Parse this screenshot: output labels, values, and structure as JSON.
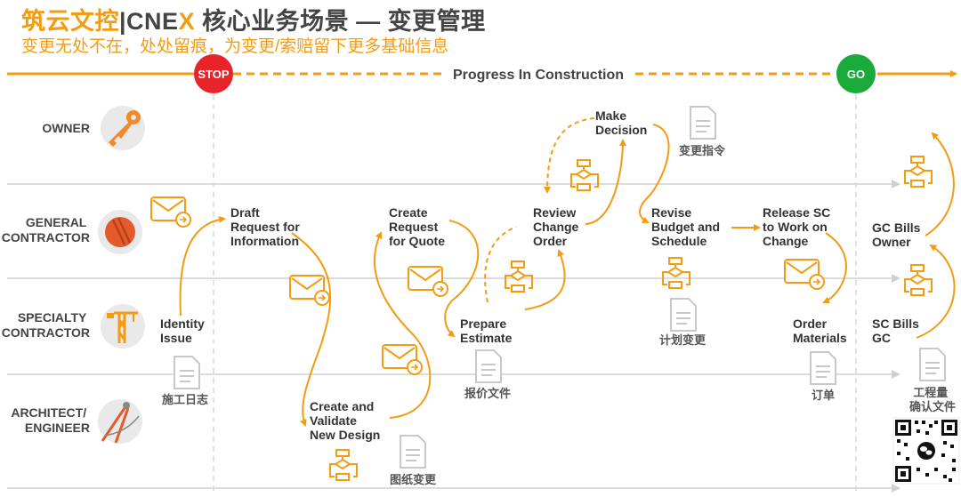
{
  "header": {
    "brand": "筑云文控",
    "sep": "|CNE",
    "x": "X",
    "rest": " 核心业务场景 — 变更管理",
    "subtitle": "变更无处不在，处处留痕，为变更/索赔留下更多基础信息"
  },
  "timeline": {
    "stop": "STOP",
    "go": "GO",
    "progress": "Progress In Construction"
  },
  "roles": {
    "owner": [
      "OWNER"
    ],
    "gc": [
      "GENERAL",
      "CONTRACTOR"
    ],
    "sc": [
      "SPECIALTY",
      "CONTRACTOR"
    ],
    "ae": [
      "ARCHITECT/",
      "ENGINEER"
    ]
  },
  "steps": {
    "identity": [
      "Identity",
      "Issue"
    ],
    "draft": [
      "Draft",
      "Request for",
      "Information"
    ],
    "create_validate": [
      "Create and",
      "Validate",
      "New Design"
    ],
    "create_request": [
      "Create",
      "Request",
      "for Quote"
    ],
    "prepare": [
      "Prepare",
      "Estimate"
    ],
    "review": [
      "Review",
      "Change",
      "Order"
    ],
    "decision": [
      "Make",
      "Decision"
    ],
    "revise": [
      "Revise",
      "Budget and",
      "Schedule"
    ],
    "release": [
      "Release SC",
      "to Work on",
      "Change"
    ],
    "order_materials": [
      "Order",
      "Materials"
    ],
    "gc_bills": [
      "GC Bills",
      "Owner"
    ],
    "sc_bills": [
      "SC Bills",
      "GC"
    ]
  },
  "docs": {
    "log": [
      "施工日志"
    ],
    "drawing": [
      "图纸变更"
    ],
    "quote": [
      "报价文件"
    ],
    "directive": [
      "变更指令"
    ],
    "plan": [
      "计划变更"
    ],
    "order": [
      "订单"
    ],
    "quantity": [
      "工程量",
      "确认文件"
    ]
  },
  "colors": {
    "accent": "#f39c12",
    "stop": "#e8242b",
    "go": "#1aaa3a",
    "lane": "#d9d9d9"
  }
}
